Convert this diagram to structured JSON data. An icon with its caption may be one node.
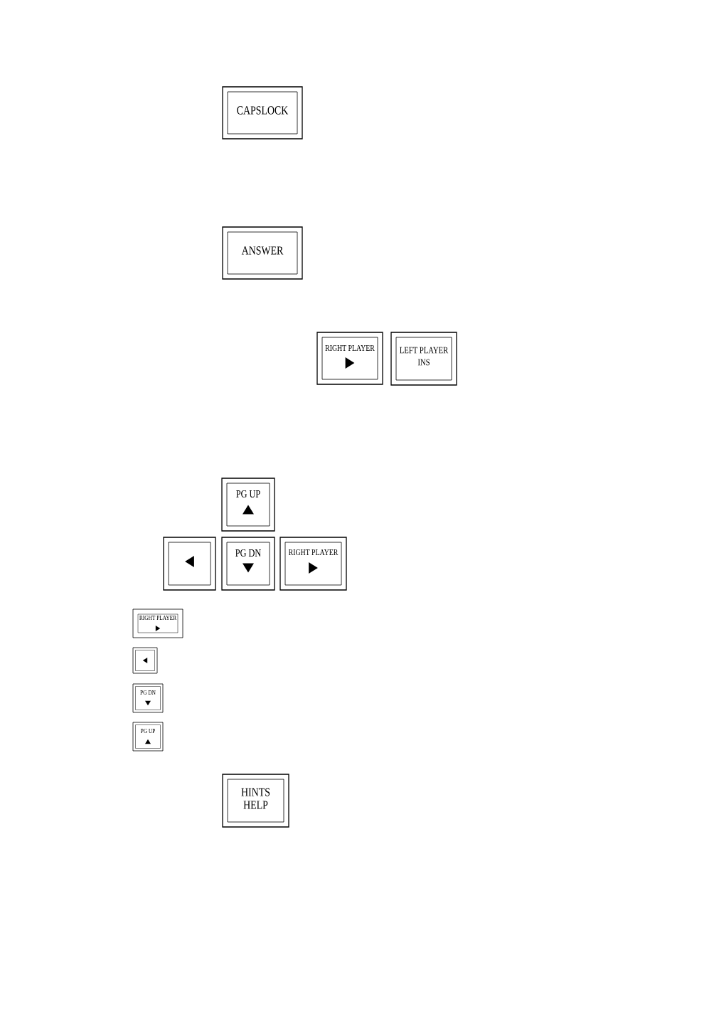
{
  "diagram": {
    "nodes": [
      {
        "text": [
          "CAPSLOCK"
        ]
      },
      {
        "text": [
          "ANSWER"
        ]
      },
      {
        "text": [
          "RIGHT PLAYER"
        ]
      },
      {
        "text": [
          "LEFT PLAYER",
          "INS"
        ]
      },
      {
        "text": [
          "PG UP"
        ]
      },
      {
        "text": [],
        "shape": "box"
      },
      {
        "text": [
          "PG DN"
        ]
      },
      {
        "text": [
          "RIGHT PLAYER"
        ]
      },
      {
        "text": [
          "RIGHT PLAYER"
        ]
      },
      {
        "text": [],
        "shape": "box"
      },
      {
        "text": [
          "PG DN"
        ]
      },
      {
        "text": [
          "PG UP"
        ]
      },
      {
        "text": [
          "HINTS",
          "HELP"
        ]
      }
    ]
  }
}
